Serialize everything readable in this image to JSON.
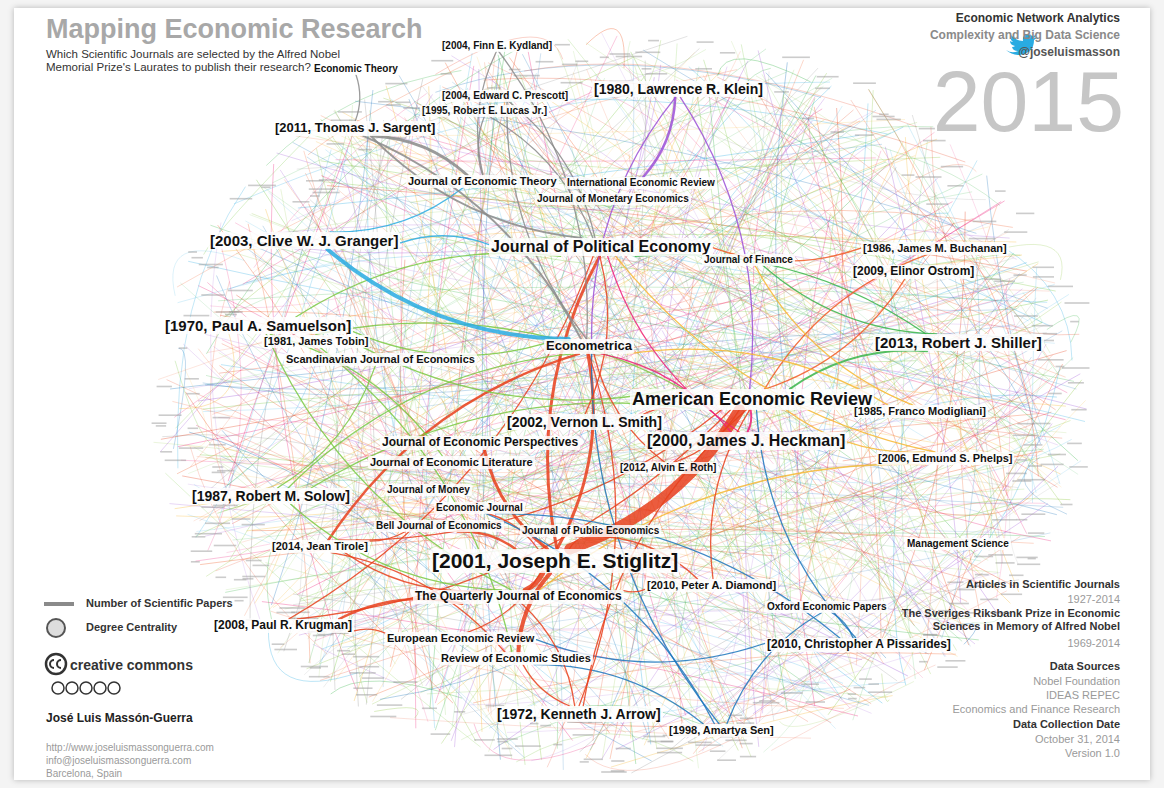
{
  "diagram": {
    "title": "Mapping Economic Research",
    "caption": "Which Scientific Journals are selected by the Alfred Nobel Memorial Prize's Laurates to publish their research?",
    "nodes": [
      {
        "text": [
          "[2004, Finn E. Kydland]"
        ]
      },
      {
        "text": [
          "Economic Theory"
        ]
      },
      {
        "text": [
          "[1980, Lawrence R. Klein]"
        ]
      },
      {
        "text": [
          "[2004, Edward C. Prescott]"
        ]
      },
      {
        "text": [
          "[1995, Robert E. Lucas Jr.]"
        ]
      },
      {
        "text": [
          "[2011, Thomas J. Sargent]"
        ]
      },
      {
        "text": [
          "Journal of Economic Theory"
        ]
      },
      {
        "text": [
          "International Economic Review"
        ]
      },
      {
        "text": [
          "Journal of Monetary Economics"
        ]
      },
      {
        "text": [
          "[2003, Clive W. J. Granger]"
        ]
      },
      {
        "text": [
          "Journal of Political Economy"
        ]
      },
      {
        "text": [
          "[1986, James M. Buchanan]"
        ]
      },
      {
        "text": [
          "Journal of Finance"
        ]
      },
      {
        "text": [
          "[2009, Elinor Ostrom]"
        ]
      },
      {
        "text": [
          "[1970, Paul A. Samuelson]"
        ]
      },
      {
        "text": [
          "[2013, Robert J. Shiller]"
        ]
      },
      {
        "text": [
          "[1981, James Tobin]"
        ]
      },
      {
        "text": [
          "Econometrica"
        ]
      },
      {
        "text": [
          "Scandinavian Journal of Economics"
        ]
      },
      {
        "text": [
          "American Economic Review"
        ]
      },
      {
        "text": [
          "[1985, Franco Modigliani]"
        ]
      },
      {
        "text": [
          "[2002, Vernon L. Smith]"
        ]
      },
      {
        "text": [
          "Journal of Economic Perspectives"
        ]
      },
      {
        "text": [
          "[2000, James J. Heckman]"
        ]
      },
      {
        "text": [
          "[2006, Edmund S. Phelps]"
        ]
      },
      {
        "text": [
          "Journal of Economic Literature"
        ]
      },
      {
        "text": [
          "[2012, Alvin E. Roth]"
        ]
      },
      {
        "text": [
          "Journal of Money"
        ]
      },
      {
        "text": [
          "[1987, Robert M. Solow]"
        ]
      },
      {
        "text": [
          "Economic Journal"
        ]
      },
      {
        "text": [
          "Bell Journal of Economics"
        ]
      },
      {
        "text": [
          "Journal of Public Economics"
        ]
      },
      {
        "text": [
          "Management Science"
        ]
      },
      {
        "text": [
          "[2014, Jean Tirole]"
        ]
      },
      {
        "text": [
          "[2001, Joseph E. Stiglitz]"
        ]
      },
      {
        "text": [
          "[2010, Peter A. Diamond]"
        ]
      },
      {
        "text": [
          "The Quarterly Journal of Economics"
        ]
      },
      {
        "text": [
          "Oxford Economic Papers"
        ]
      },
      {
        "text": [
          "[2008, Paul R. Krugman]"
        ]
      },
      {
        "text": [
          "European Economic Review"
        ]
      },
      {
        "text": [
          "[2010, Christopher A Pissarides]"
        ]
      },
      {
        "text": [
          "Review of Economic Studies"
        ]
      },
      {
        "text": [
          "[1972, Kenneth J. Arrow]"
        ]
      },
      {
        "text": [
          "[1998, Amartya Sen]"
        ]
      }
    ],
    "edges": [
      {
        "from": 34,
        "to": 19,
        "arrow": "none"
      },
      {
        "from": 34,
        "to": 36,
        "arrow": "none"
      },
      {
        "from": 34,
        "to": 41,
        "arrow": "none"
      },
      {
        "from": 34,
        "to": 10,
        "arrow": "none"
      },
      {
        "from": 34,
        "to": 17,
        "arrow": "none"
      },
      {
        "from": 34,
        "to": 22,
        "arrow": "none"
      },
      {
        "from": 34,
        "to": 30,
        "arrow": "none"
      },
      {
        "from": 34,
        "to": 39,
        "arrow": "none"
      },
      {
        "from": 34,
        "to": 29,
        "arrow": "none"
      },
      {
        "from": 34,
        "to": 31,
        "arrow": "none"
      },
      {
        "from": 33,
        "to": 19,
        "arrow": "none"
      },
      {
        "from": 33,
        "to": 17,
        "arrow": "none"
      },
      {
        "from": 33,
        "to": 36,
        "arrow": "none"
      },
      {
        "from": 33,
        "to": 41,
        "arrow": "none"
      },
      {
        "from": 33,
        "to": 30,
        "arrow": "none"
      },
      {
        "from": 38,
        "to": 36,
        "arrow": "none"
      },
      {
        "from": 38,
        "to": 10,
        "arrow": "none"
      },
      {
        "from": 38,
        "to": 39,
        "arrow": "none"
      },
      {
        "from": 38,
        "to": 19,
        "arrow": "none"
      },
      {
        "from": 28,
        "to": 19,
        "arrow": "none"
      },
      {
        "from": 28,
        "to": 36,
        "arrow": "none"
      },
      {
        "from": 28,
        "to": 17,
        "arrow": "none"
      },
      {
        "from": 28,
        "to": 18,
        "arrow": "none"
      },
      {
        "from": 14,
        "to": 19,
        "arrow": "none"
      },
      {
        "from": 14,
        "to": 17,
        "arrow": "none"
      },
      {
        "from": 14,
        "to": 10,
        "arrow": "none"
      },
      {
        "from": 14,
        "to": 36,
        "arrow": "none"
      },
      {
        "from": 14,
        "to": 25,
        "arrow": "none"
      },
      {
        "from": 9,
        "to": 17,
        "arrow": "none"
      },
      {
        "from": 9,
        "to": 10,
        "arrow": "none"
      },
      {
        "from": 9,
        "to": 6,
        "arrow": "none"
      },
      {
        "from": 5,
        "to": 6,
        "arrow": "none"
      },
      {
        "from": 5,
        "to": 10,
        "arrow": "none"
      },
      {
        "from": 5,
        "to": 17,
        "arrow": "none"
      },
      {
        "from": 5,
        "to": 1,
        "arrow": "none"
      },
      {
        "from": 4,
        "to": 10,
        "arrow": "none"
      },
      {
        "from": 4,
        "to": 6,
        "arrow": "none"
      },
      {
        "from": 3,
        "to": 10,
        "arrow": "none"
      },
      {
        "from": 3,
        "to": 17,
        "arrow": "none"
      },
      {
        "from": 0,
        "to": 17,
        "arrow": "none"
      },
      {
        "from": 0,
        "to": 6,
        "arrow": "none"
      },
      {
        "from": 2,
        "to": 7,
        "arrow": "none"
      },
      {
        "from": 2,
        "to": 17,
        "arrow": "none"
      },
      {
        "from": 2,
        "to": 19,
        "arrow": "none"
      },
      {
        "from": 15,
        "to": 19,
        "arrow": "none"
      },
      {
        "from": 15,
        "to": 12,
        "arrow": "none"
      },
      {
        "from": 15,
        "to": 10,
        "arrow": "none"
      },
      {
        "from": 11,
        "to": 10,
        "arrow": "none"
      },
      {
        "from": 11,
        "to": 19,
        "arrow": "none"
      },
      {
        "from": 13,
        "to": 19,
        "arrow": "none"
      },
      {
        "from": 20,
        "to": 19,
        "arrow": "none"
      },
      {
        "from": 20,
        "to": 12,
        "arrow": "none"
      },
      {
        "from": 20,
        "to": 17,
        "arrow": "none"
      },
      {
        "from": 24,
        "to": 19,
        "arrow": "none"
      },
      {
        "from": 24,
        "to": 36,
        "arrow": "none"
      },
      {
        "from": 24,
        "to": 10,
        "arrow": "none"
      },
      {
        "from": 23,
        "to": 19,
        "arrow": "none"
      },
      {
        "from": 23,
        "to": 10,
        "arrow": "none"
      },
      {
        "from": 23,
        "to": 17,
        "arrow": "none"
      },
      {
        "from": 40,
        "to": 19,
        "arrow": "none"
      },
      {
        "from": 40,
        "to": 37,
        "arrow": "none"
      },
      {
        "from": 40,
        "to": 39,
        "arrow": "none"
      },
      {
        "from": 40,
        "to": 29,
        "arrow": "none"
      },
      {
        "from": 43,
        "to": 17,
        "arrow": "none"
      },
      {
        "from": 43,
        "to": 41,
        "arrow": "none"
      },
      {
        "from": 43,
        "to": 37,
        "arrow": "none"
      },
      {
        "from": 43,
        "to": 29,
        "arrow": "none"
      },
      {
        "from": 42,
        "to": 19,
        "arrow": "none"
      },
      {
        "from": 42,
        "to": 17,
        "arrow": "none"
      },
      {
        "from": 42,
        "to": 41,
        "arrow": "none"
      },
      {
        "from": 42,
        "to": 36,
        "arrow": "none"
      },
      {
        "from": 21,
        "to": 19,
        "arrow": "none"
      },
      {
        "from": 21,
        "to": 10,
        "arrow": "none"
      },
      {
        "from": 35,
        "to": 19,
        "arrow": "none"
      },
      {
        "from": 35,
        "to": 31,
        "arrow": "none"
      },
      {
        "from": 35,
        "to": 36,
        "arrow": "none"
      },
      {
        "from": 16,
        "to": 19,
        "arrow": "none"
      },
      {
        "from": 16,
        "to": 41,
        "arrow": "none"
      },
      {
        "from": 26,
        "to": 19,
        "arrow": "none"
      },
      {
        "from": 26,
        "to": 17,
        "arrow": "none"
      }
    ],
    "labels": [
      "Economic Network Analytics",
      "Complexity and Big Data Science",
      "@joseluismasson",
      "2015",
      "creative commons",
      "José Luis Massón-Guerra",
      "http://www.joseluismassonguerra.com",
      "info@joseluismassonguerra.com",
      "Barcelona, Spain",
      "Articles in Scientific Journals",
      "1927-2014",
      "The Sveriges Riksbank Prize in Economic Sciences in Memory of Alfred Nobel",
      "1969-2014",
      "Data Sources",
      "Nobel Foundation",
      "IDEAS REPEC",
      "Economics and Finance Research",
      "Data Collection Date",
      "October 31, 2014",
      "Version 1.0"
    ],
    "legend": [
      {
        "text": "Number of Scientific Papers"
      },
      {
        "text": "Degree Centrality"
      }
    ]
  }
}
